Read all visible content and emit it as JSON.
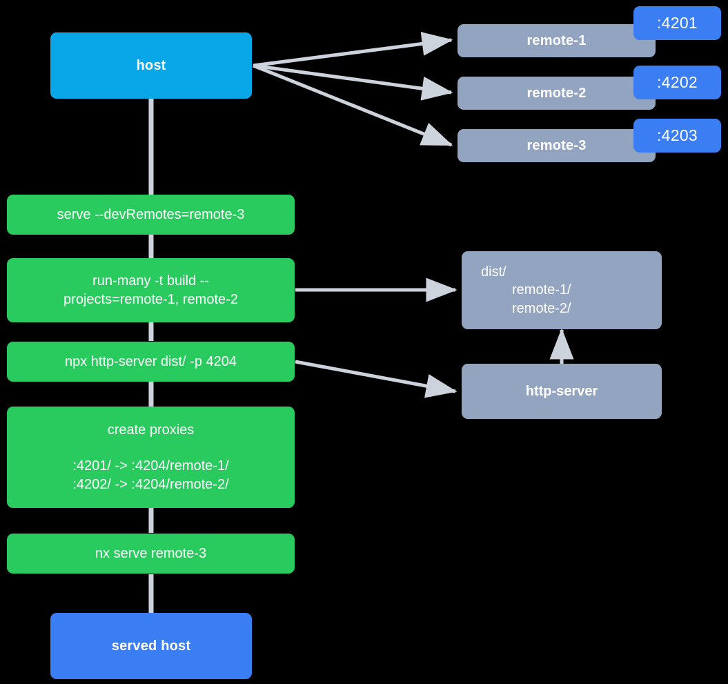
{
  "diagram": {
    "title": "host serve with dev remotes flow",
    "background_color": "#000000",
    "edge_color": "#cdd3dd",
    "colors": {
      "host": "#0aa7e8",
      "served_host": "#3b7ef4",
      "command": "#29ca5e",
      "remote": "#93a4c1",
      "port_badge": "#3b7ef4",
      "text": "#ffffff"
    }
  },
  "nodes": {
    "host": {
      "label": "host"
    },
    "served_host": {
      "label": "served host"
    },
    "remotes": [
      {
        "label": "remote-1",
        "port": ":4201"
      },
      {
        "label": "remote-2",
        "port": ":4202"
      },
      {
        "label": "remote-3",
        "port": ":4203"
      }
    ],
    "commands": [
      {
        "id": "serve",
        "lines": [
          "serve --devRemotes=remote-3"
        ]
      },
      {
        "id": "run-many",
        "lines": [
          "run-many -t build --",
          "projects=remote-1, remote-2"
        ]
      },
      {
        "id": "http-server-cmd",
        "lines": [
          "npx http-server dist/ -p 4204"
        ]
      },
      {
        "id": "create-proxies",
        "title": "create proxies",
        "lines": [
          ":4201/ -> :4204/remote-1/",
          ":4202/ -> :4204/remote-2/"
        ]
      },
      {
        "id": "nx-serve",
        "lines": [
          "nx serve remote-3"
        ]
      }
    ],
    "dist": {
      "line1": "dist/",
      "line2": "remote-1/",
      "line3": "remote-2/"
    },
    "http_server": {
      "label": "http-server"
    }
  }
}
